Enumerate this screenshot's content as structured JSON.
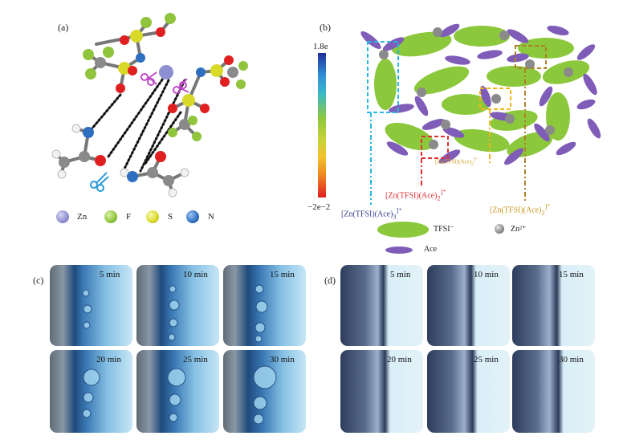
{
  "panel_labels": {
    "a": "(a)",
    "b": "(b)",
    "c": "(c)",
    "d": "(d)"
  },
  "panel_a": {
    "legend": [
      {
        "symbol": "Zn",
        "color": "#8e8fd0"
      },
      {
        "symbol": "F",
        "color": "#8fc43c"
      },
      {
        "symbol": "S",
        "color": "#d9d92a"
      },
      {
        "symbol": "N",
        "color": "#2f6fc0"
      }
    ],
    "scissors_icon_color": "#c04ac8",
    "scissors_icon_color_blue": "#2a9ad8"
  },
  "panel_b": {
    "colorbar": {
      "max_label": "1.8e",
      "min_label": "−2e−2"
    },
    "clusters": [
      {
        "label_main": "[Zn(TFSI)(Ace)",
        "sub": "3",
        "sup": "]⁺",
        "color": "#3b3c90",
        "box_color": "#29b6e6"
      },
      {
        "label_main": "[Zn(TFSI)(Ace)",
        "sub": "2",
        "sup": "]⁺",
        "color": "#e03030",
        "box_color": "#e03030"
      },
      {
        "label_main": "[Zn(TFSI)(Ace)",
        "sub": "2",
        "sup": "]⁺",
        "color": "#c8961e",
        "box_color": "#b07f2a"
      },
      {
        "label_main": "[Zn(TFSI)(Ace)",
        "sub": "2",
        "sup": "]⁺",
        "color": "#d4a020",
        "box_color": "#f2b41c"
      }
    ],
    "legend": {
      "tfsi": "TFSI⁻",
      "ace": "Ace",
      "zn": "Zn²⁺"
    },
    "colors": {
      "tfsi": "#8cc83c",
      "ace": "#7e5cb8",
      "zn": "#8a8a8a"
    }
  },
  "panel_c": {
    "times": [
      "5 min",
      "10 min",
      "15 min",
      "20 min",
      "25 min",
      "30 min"
    ]
  },
  "panel_d": {
    "times": [
      "5 min",
      "10 min",
      "15 min",
      "20 min",
      "25 min",
      "30 min"
    ]
  }
}
